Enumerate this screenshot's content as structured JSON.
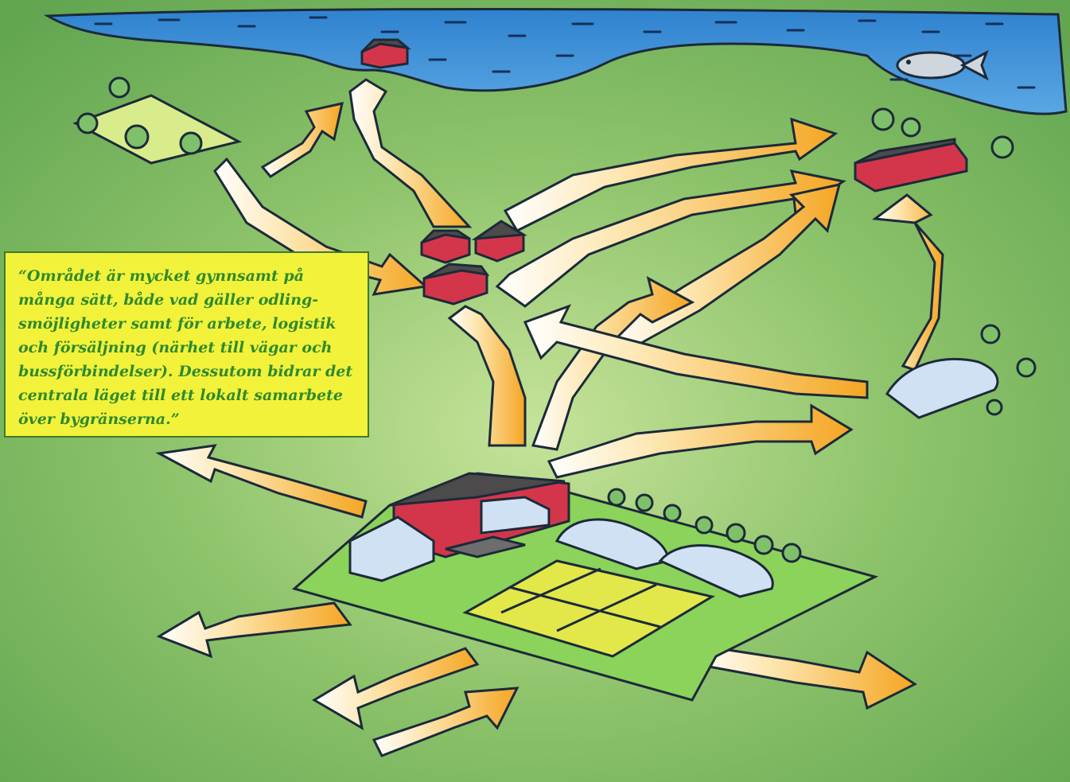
{
  "quote": {
    "lines": [
      "“Området är mycket gynnsamt på",
      "många sätt, både vad gäller odling-",
      "smöjligheter samt för arbete, logistik",
      "och försäljning (närhet till vägar och",
      "bussförbindelser). Dessutom bidrar det",
      "centrala läget till ett lokalt samarbete",
      "över bygränserna.”"
    ]
  },
  "colors": {
    "sea": "#3d8fd6",
    "land": "#78b35a",
    "land_light": "#a6d27e",
    "arrow": "#f6ad2c",
    "arrow_tail": "#fff6dc",
    "building_red": "#d3364a",
    "roof_dark": "#4c4a4a",
    "greenhouse": "#cfe1f3",
    "field_yellow": "#e2e84a",
    "quote_bg": "#f3f23a",
    "quote_text": "#2e8a2e"
  },
  "icons": [
    "fish-icon",
    "tree-icon",
    "barn-icon",
    "greenhouse-icon",
    "field-icon",
    "arrow-icon"
  ]
}
